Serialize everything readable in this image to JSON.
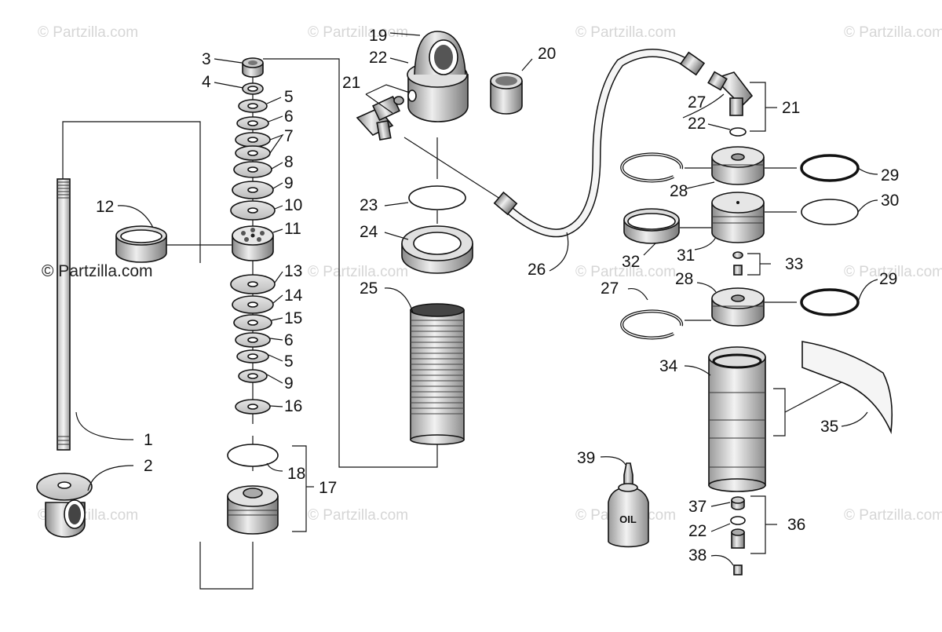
{
  "watermark": {
    "text": "© Partzilla.com",
    "callout_text": "© Partzilla.com"
  },
  "labels": {
    "n1": "1",
    "n2": "2",
    "n3": "3",
    "n4": "4",
    "n5a": "5",
    "n6a": "6",
    "n7": "7",
    "n8": "8",
    "n9a": "9",
    "n10": "10",
    "n11": "11",
    "n12": "12",
    "n13": "13",
    "n14": "14",
    "n15": "15",
    "n6b": "6",
    "n5b": "5",
    "n9b": "9",
    "n16": "16",
    "n17": "17",
    "n18": "18",
    "n19": "19",
    "n22a": "22",
    "n20": "20",
    "n21a": "21",
    "n23": "23",
    "n24": "24",
    "n25": "25",
    "n26": "26",
    "n27a": "27",
    "n22b": "22",
    "n21b": "21",
    "n28a": "28",
    "n29a": "29",
    "n30": "30",
    "n32": "32",
    "n31": "31",
    "n33": "33",
    "n27b": "27",
    "n28b": "28",
    "n29b": "29",
    "n34": "34",
    "n35": "35",
    "n39": "39",
    "n37": "37",
    "n22c": "22",
    "n36": "36",
    "n38": "38"
  },
  "bottle_label": "OIL"
}
